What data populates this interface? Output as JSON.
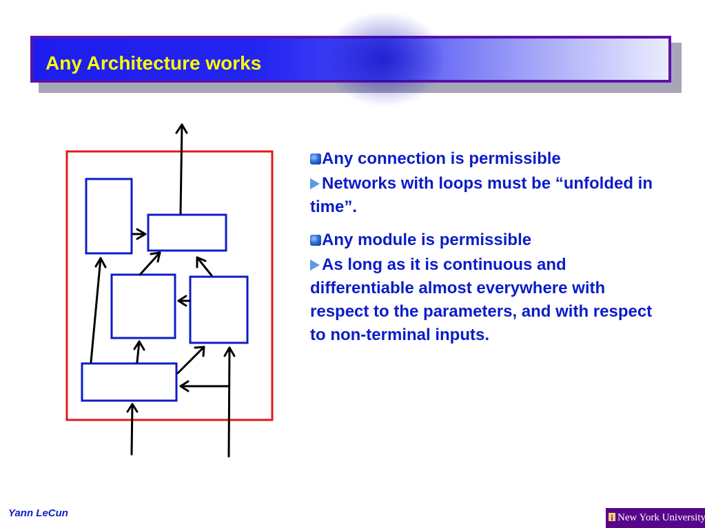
{
  "slide": {
    "title": "Any Architecture works",
    "bullets": [
      {
        "level": 1,
        "text": "Any connection is permissible"
      },
      {
        "level": 2,
        "text": "Networks with loops must be “unfolded in time”."
      },
      {
        "level": 1,
        "text": "Any module is permissible"
      },
      {
        "level": 2,
        "text": "As long as it is continuous and differentiable almost everywhere with respect to the parameters, and with respect to non-terminal inputs."
      }
    ],
    "footer": {
      "author": "Yann LeCun",
      "institution": "New York University"
    }
  },
  "colors": {
    "title_text": "#ffff00",
    "title_border": "#5b13a8",
    "body_text": "#0c1cc6",
    "module_border": "#0c1cc6",
    "container_border": "#e01818",
    "nyu_purple": "#57068c"
  },
  "icons": {
    "level1_bullet": "blue-sphere-bullet-icon",
    "level2_bullet": "triangle-bullet-icon",
    "logo": "nyu-torch-icon"
  }
}
